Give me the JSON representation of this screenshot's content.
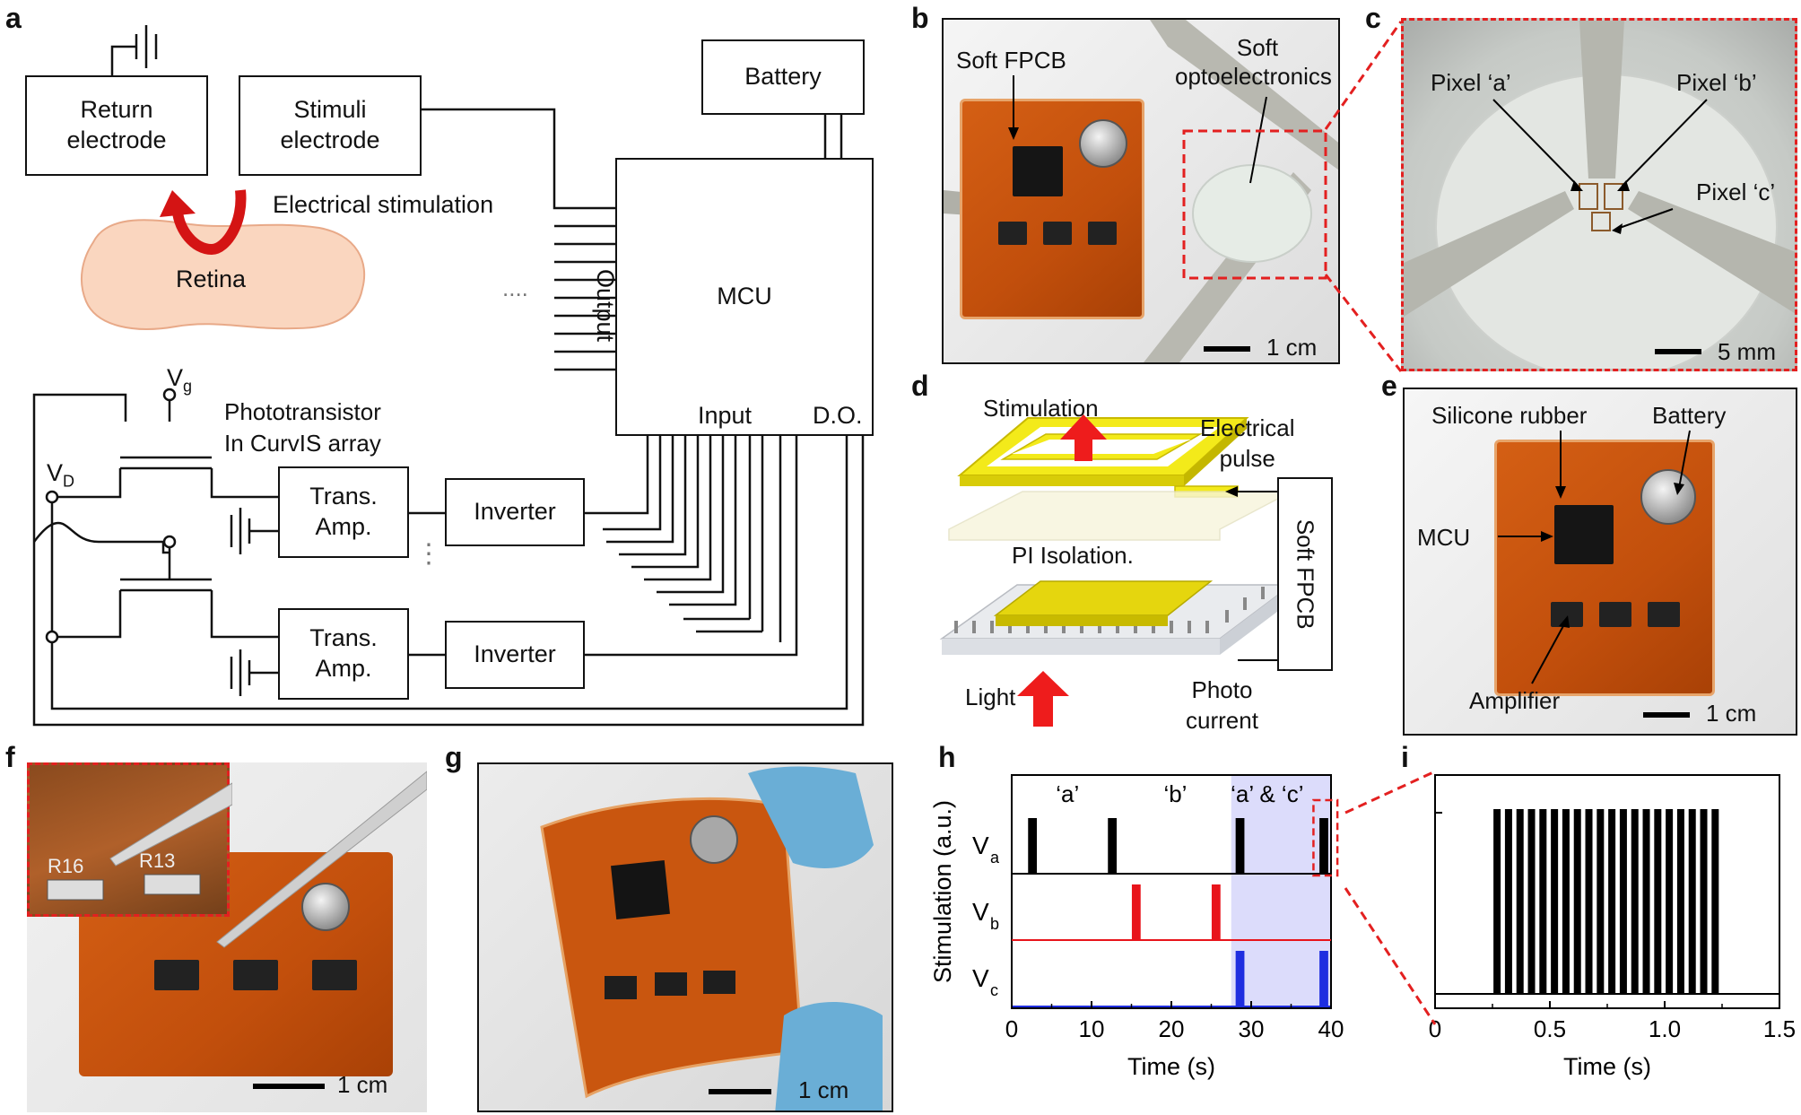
{
  "panels": {
    "a": "a",
    "b": "b",
    "c": "c",
    "d": "d",
    "e": "e",
    "f": "f",
    "g": "g",
    "h": "h",
    "i": "i"
  },
  "diagram_a": {
    "return_electrode_1": "Return",
    "return_electrode_2": "electrode",
    "stimuli_electrode_1": "Stimuli",
    "stimuli_electrode_2": "electrode",
    "battery": "Battery",
    "electrical_stimulation": "Electrical stimulation",
    "retina": "Retina",
    "mcu": "MCU",
    "output": "Output",
    "input": "Input",
    "do": "D.O.",
    "ellipsis": "....",
    "vg_main": "V",
    "vg_sub": "g",
    "vd_main": "V",
    "vd_sub": "D",
    "phototransistor_1": "Phototransistor",
    "phototransistor_2": "In CurvIS array",
    "trans_amp_1a": "Trans.",
    "trans_amp_1b": "Amp.",
    "trans_amp_2a": "Trans.",
    "trans_amp_2b": "Amp.",
    "inverter_1": "Inverter",
    "inverter_2": "Inverter",
    "vdots": "⋮"
  },
  "photo_b": {
    "soft_fpcb": "Soft FPCB",
    "soft_opto_1": "Soft",
    "soft_opto_2": "optoelectronics",
    "scale": "1 cm"
  },
  "photo_c": {
    "pixel_a": "Pixel ‘a’",
    "pixel_b": "Pixel ‘b’",
    "pixel_c": "Pixel ‘c’",
    "scale": "5 mm"
  },
  "diagram_d": {
    "stimulation": "Stimulation",
    "electrical_pulse_1": "Electrical",
    "electrical_pulse_2": "pulse",
    "pi_isolation": "PI Isolation.",
    "soft_fpcb": "Soft FPCB",
    "light": "Light",
    "photo_current_1": "Photo",
    "photo_current_2": "current"
  },
  "photo_e": {
    "silicone_rubber": "Silicone rubber",
    "battery": "Battery",
    "mcu": "MCU",
    "amplifier": "Amplifier",
    "scale": "1 cm"
  },
  "photo_f": {
    "r16": "R16",
    "r13": "R13",
    "scale": "1 cm"
  },
  "photo_g": {
    "scale": "1 cm"
  },
  "colors": {
    "va": "#000000",
    "vb": "#e8141b",
    "vc": "#1f2ee0",
    "highlight": "#dcdcfb",
    "dashed_red": "#e32020",
    "pcb_orange": "#c9560f"
  },
  "chart_data": [
    {
      "type": "line",
      "panel": "h",
      "xlabel": "Time (s)",
      "ylabel": "Stimulation (a.u.)",
      "xlim": [
        0,
        40
      ],
      "xticks": [
        0,
        10,
        20,
        30,
        40
      ],
      "tick_labels": [
        "0",
        "10",
        "20",
        "30",
        "40"
      ],
      "highlight_range": [
        27.5,
        40
      ],
      "annotations": [
        "‘a’",
        "‘b’",
        "‘a’ & ‘c’"
      ],
      "series": [
        {
          "name": "V",
          "sub": "a",
          "pulses": [
            2.5,
            12.5,
            28.5,
            39
          ],
          "pulse_width": 1.1
        },
        {
          "name": "V",
          "sub": "b",
          "pulses": [
            15.5,
            25.5
          ],
          "pulse_width": 1.1
        },
        {
          "name": "V",
          "sub": "c",
          "pulses": [
            28.5,
            39
          ],
          "pulse_width": 1.1
        }
      ]
    },
    {
      "type": "line",
      "panel": "i",
      "xlabel": "Time (s)",
      "xlim": [
        0,
        1.5
      ],
      "xticks": [
        0,
        0.5,
        1.0,
        1.5
      ],
      "tick_labels": [
        "0",
        "0.5",
        "1.0",
        "1.5"
      ],
      "pulse_train": {
        "start": 0.27,
        "end": 1.22,
        "count": 20
      }
    }
  ]
}
